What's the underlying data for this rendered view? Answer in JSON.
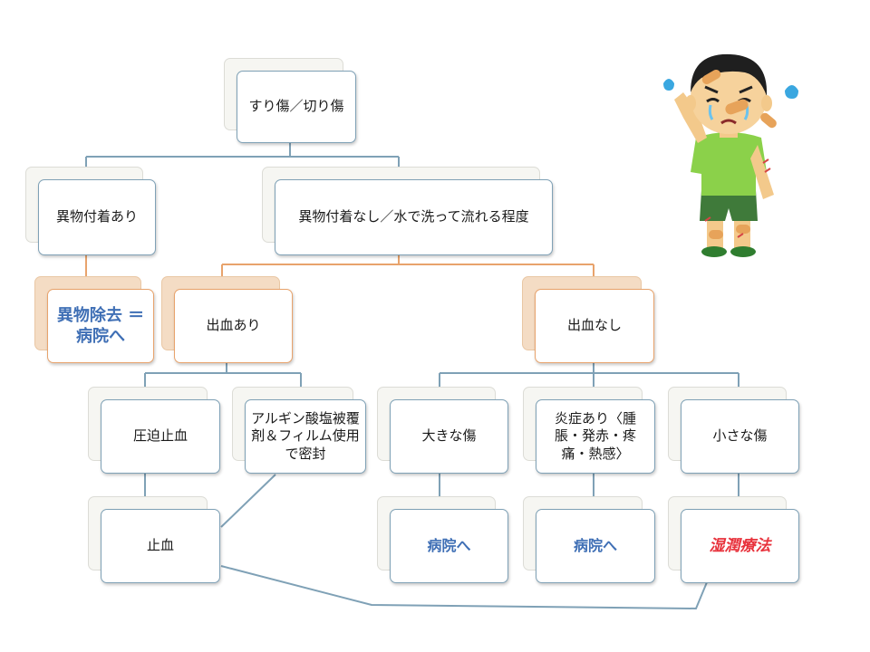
{
  "diagram": {
    "root": "すり傷／切り傷",
    "foreign_yes": "異物付着あり",
    "foreign_no": "異物付着なし／水で洗って流れる程度",
    "remove_foreign": "異物除去 ＝病院へ",
    "bleeding_yes": "出血あり",
    "bleeding_no": "出血なし",
    "pressure": "圧迫止血",
    "alginate": "アルギン酸塩被覆剤＆フィルム使用で密封",
    "big_wound": "大きな傷",
    "inflammation": "炎症あり〈腫脹・発赤・疼痛・熱感〉",
    "small_wound": "小さな傷",
    "hemostasis": "止血",
    "hospital_1": "病院へ",
    "hospital_2": "病院へ",
    "moist_therapy": "湿潤療法"
  },
  "colors": {
    "connector_blue": "#7fa1b6",
    "connector_orange": "#e8a36c",
    "accent_blue_text": "#3f6fb5",
    "accent_red_text": "#e8323c"
  },
  "illustration": {
    "icon": "crying-injured-boy-illustration"
  }
}
